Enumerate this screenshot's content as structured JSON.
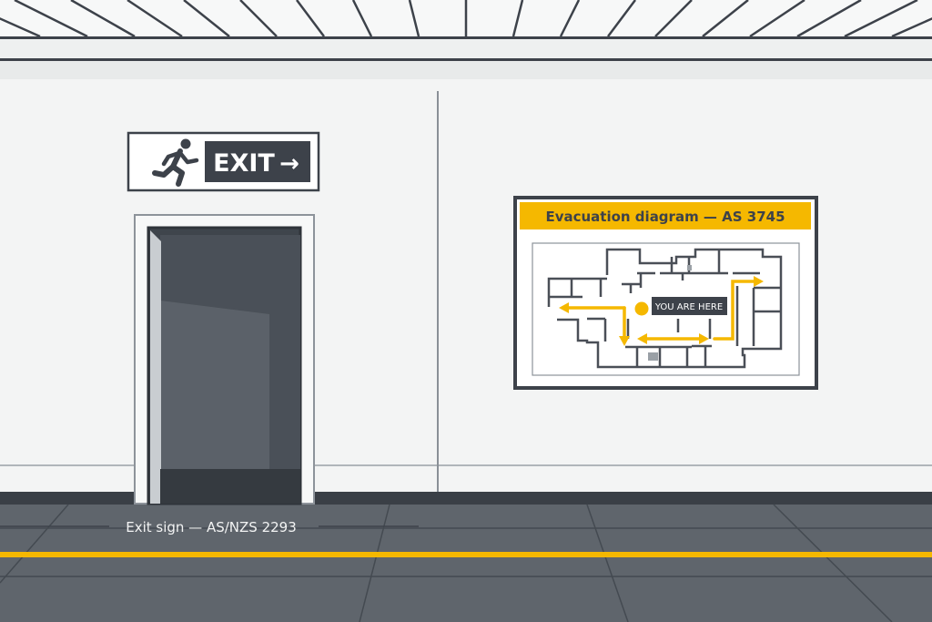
{
  "exit_sign": {
    "label": "EXIT",
    "arrow": "→",
    "icon": "running-man-icon",
    "caption": "Exit sign — AS/NZS 2293"
  },
  "evacuation_diagram": {
    "title": "Evacuation diagram — AS 3745",
    "marker_label": "YOU ARE HERE"
  },
  "colors": {
    "accent_yellow": "#f5b800",
    "dark": "#3d424a",
    "floor": "#5f656c",
    "wall": "#f3f4f4"
  }
}
